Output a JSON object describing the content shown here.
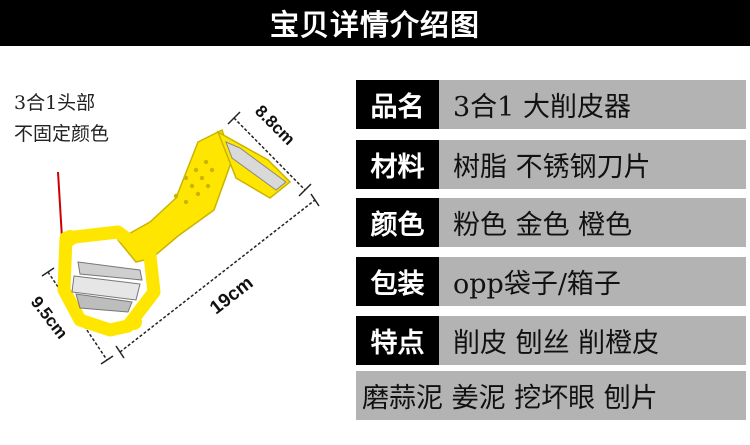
{
  "header": {
    "title": "宝贝详情介绍图"
  },
  "note": {
    "line1": "3合1头部",
    "line2": "不固定颜色"
  },
  "dimensions": {
    "width_top": "8.8cm",
    "length": "19cm",
    "width_bottom": "9.5cm"
  },
  "specs": [
    {
      "label": "品名",
      "value": "3合1 大削皮器"
    },
    {
      "label": "材料",
      "value": "树脂 不锈钢刀片"
    },
    {
      "label": "颜色",
      "value": "粉色 金色 橙色"
    },
    {
      "label": "包装",
      "value": "opp袋子/箱子"
    },
    {
      "label": "特点",
      "value": "削皮 刨丝 削橙皮"
    }
  ],
  "features_extra": "磨蒜泥 姜泥 挖坏眼 刨片",
  "colors": {
    "body": "#ffe600",
    "accent": "#000000",
    "panel": "#b3b3b3",
    "pointer": "#cc0000"
  }
}
